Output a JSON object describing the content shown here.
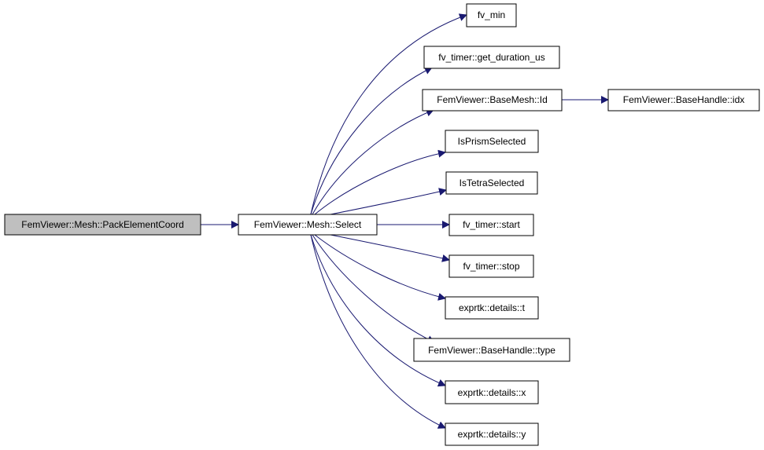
{
  "diagram": {
    "type": "call-graph",
    "colors": {
      "edge": "#191970",
      "node_border": "#000000",
      "node_fill": "#ffffff",
      "root_fill": "#bfbfbf"
    },
    "nodes": [
      {
        "id": "pack",
        "label": "FemViewer::Mesh::PackElementCoord",
        "root": true
      },
      {
        "id": "select",
        "label": "FemViewer::Mesh::Select"
      },
      {
        "id": "fvmin",
        "label": "fv_min"
      },
      {
        "id": "getdur",
        "label": "fv_timer::get_duration_us"
      },
      {
        "id": "basemeshid",
        "label": "FemViewer::BaseMesh::Id"
      },
      {
        "id": "basehandleidx",
        "label": "FemViewer::BaseHandle::idx"
      },
      {
        "id": "prism",
        "label": "IsPrismSelected"
      },
      {
        "id": "tetra",
        "label": "IsTetraSelected"
      },
      {
        "id": "start",
        "label": "fv_timer::start"
      },
      {
        "id": "stop",
        "label": "fv_timer::stop"
      },
      {
        "id": "dt",
        "label": "exprtk::details::t"
      },
      {
        "id": "bhtype",
        "label": "FemViewer::BaseHandle::type"
      },
      {
        "id": "dx",
        "label": "exprtk::details::x"
      },
      {
        "id": "dy",
        "label": "exprtk::details::y"
      }
    ],
    "edges": [
      {
        "from": "pack",
        "to": "select"
      },
      {
        "from": "select",
        "to": "fvmin"
      },
      {
        "from": "select",
        "to": "getdur"
      },
      {
        "from": "select",
        "to": "basemeshid"
      },
      {
        "from": "basemeshid",
        "to": "basehandleidx"
      },
      {
        "from": "select",
        "to": "prism"
      },
      {
        "from": "select",
        "to": "tetra"
      },
      {
        "from": "select",
        "to": "start"
      },
      {
        "from": "select",
        "to": "stop"
      },
      {
        "from": "select",
        "to": "dt"
      },
      {
        "from": "select",
        "to": "bhtype"
      },
      {
        "from": "select",
        "to": "dx"
      },
      {
        "from": "select",
        "to": "dy"
      }
    ]
  }
}
